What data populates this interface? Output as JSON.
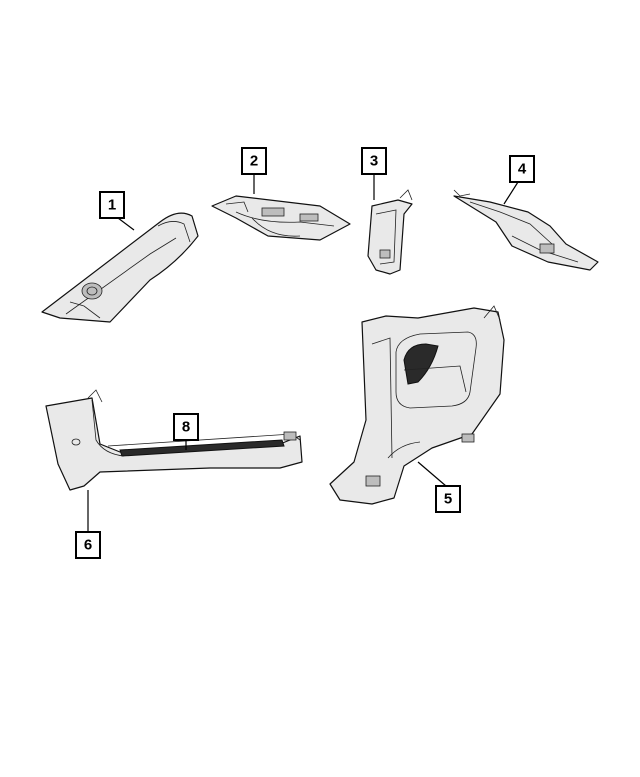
{
  "callouts": [
    {
      "id": "1",
      "label": "1"
    },
    {
      "id": "2",
      "label": "2"
    },
    {
      "id": "3",
      "label": "3"
    },
    {
      "id": "4",
      "label": "4"
    },
    {
      "id": "5",
      "label": "5"
    },
    {
      "id": "6",
      "label": "6"
    },
    {
      "id": "8",
      "label": "8"
    }
  ],
  "colors": {
    "line": "#000000",
    "part_fill": "#e9e9e9",
    "background": "#ffffff"
  }
}
